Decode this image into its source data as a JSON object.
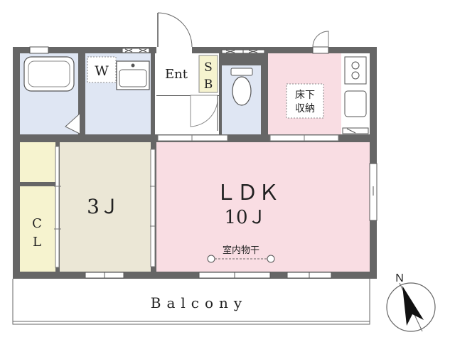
{
  "floorplan": {
    "rooms": {
      "washroom": "W",
      "entrance": "Ent",
      "shoe_box": [
        "S",
        "B"
      ],
      "underfloor_storage": [
        "床下",
        "収納"
      ],
      "ldk": "ＬＤＫ",
      "ldk_size": "10Ｊ",
      "drying_space": "室内物干",
      "room": "3Ｊ",
      "closet": [
        "C",
        "L"
      ],
      "balcony": "Balcony"
    },
    "compass": {
      "label": "N"
    },
    "colors": {
      "wall": "#666666",
      "ldk": "#f9dde3",
      "storage_pink": "#f9dde3",
      "wet_area": "#dfe6f3",
      "japanese_room": "#ebe7d6",
      "closet": "#f6f3cf",
      "floor_white": "#ffffff"
    }
  }
}
